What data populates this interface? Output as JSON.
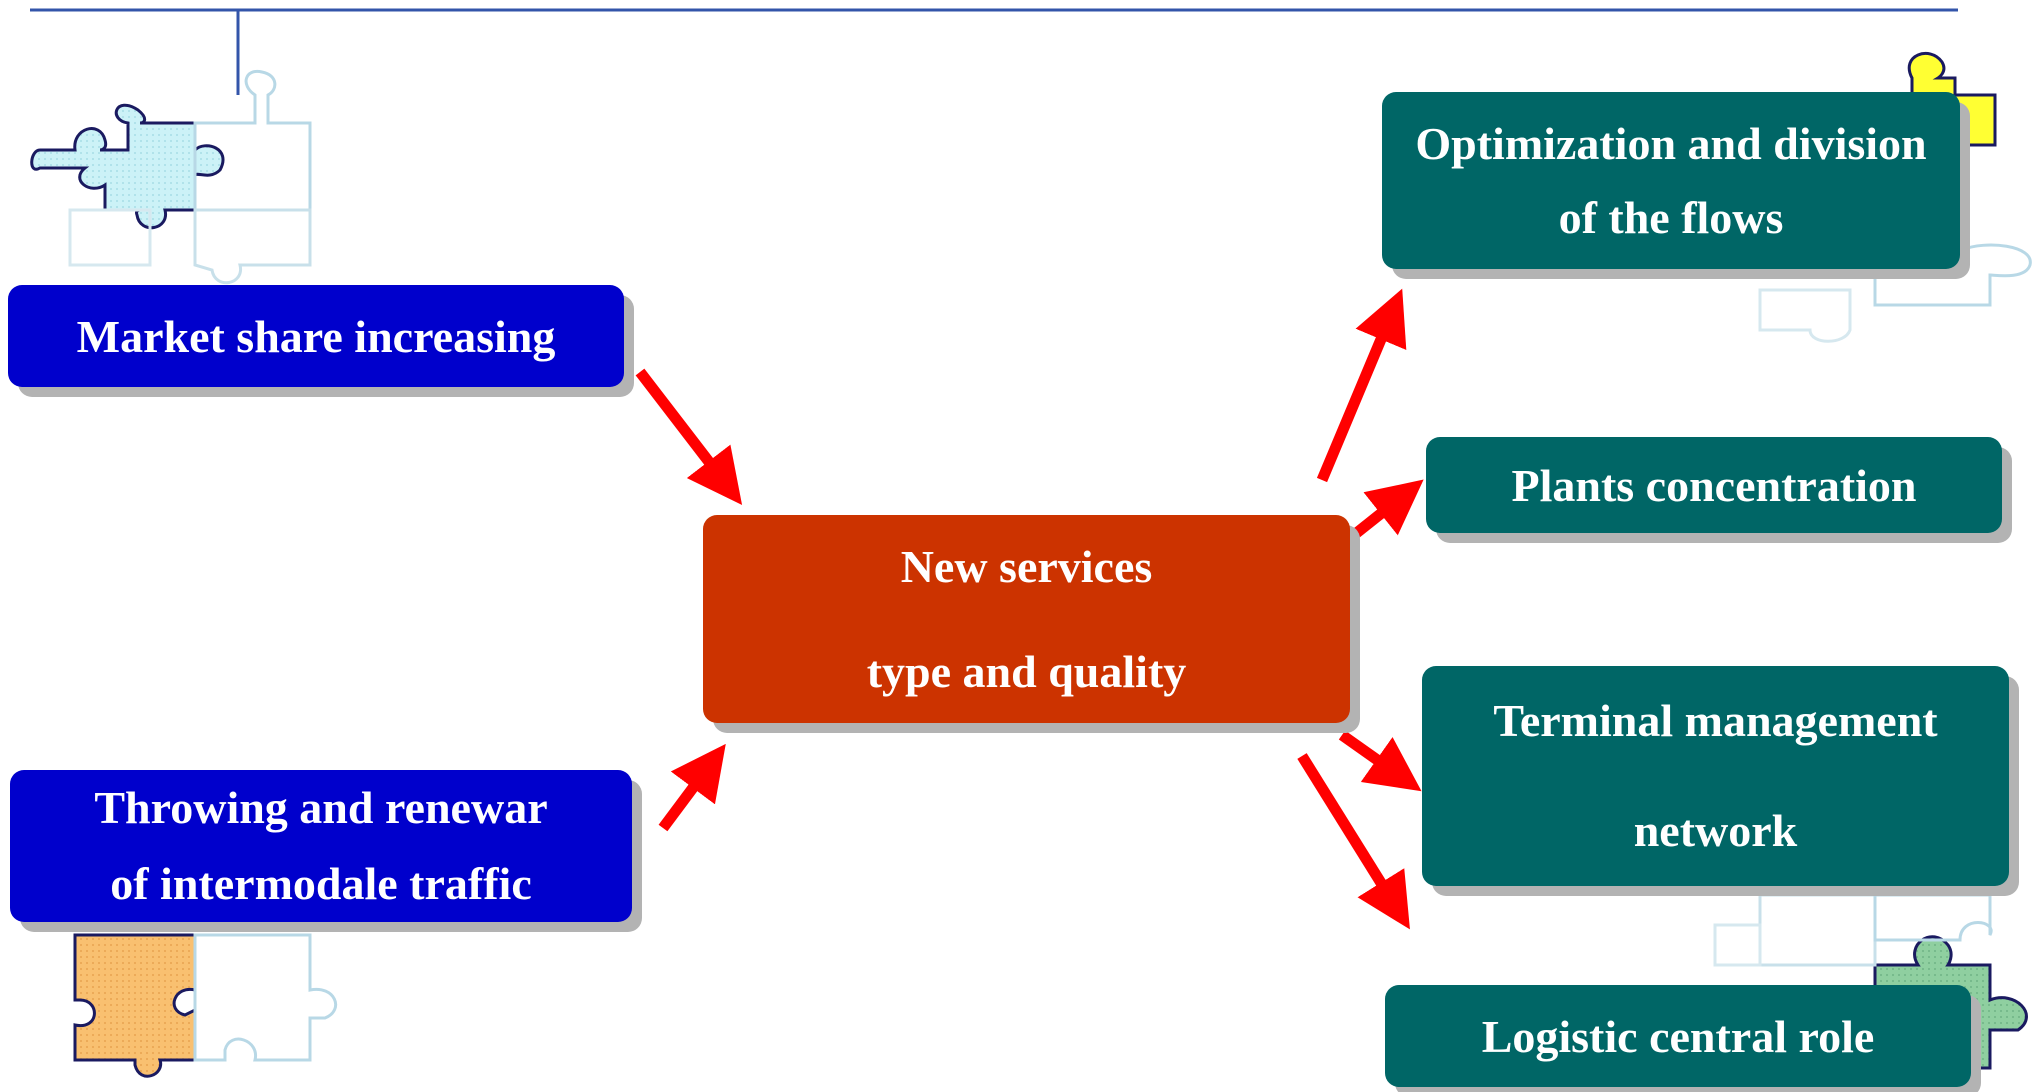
{
  "colors": {
    "blue_box": "#0000cc",
    "teal_box": "#006666",
    "center_box": "#cc3300",
    "arrow": "#ff0000",
    "header_line": "#3355aa"
  },
  "nodes": {
    "market": {
      "lines": [
        "Market share increasing"
      ]
    },
    "throwing": {
      "lines": [
        "Throwing and renewar",
        "of intermodale traffic"
      ]
    },
    "center": {
      "lines": [
        "New services",
        "type and quality"
      ]
    },
    "optimization": {
      "lines": [
        "Optimization and division",
        "of the flows"
      ]
    },
    "plants": {
      "lines": [
        "Plants concentration"
      ]
    },
    "terminal": {
      "lines": [
        "Terminal management",
        "network"
      ]
    },
    "logistic": {
      "lines": [
        "Logistic central role"
      ]
    }
  },
  "edges": [
    {
      "from": "market",
      "to": "center"
    },
    {
      "from": "throwing",
      "to": "center"
    },
    {
      "from": "center",
      "to": "optimization"
    },
    {
      "from": "center",
      "to": "plants"
    },
    {
      "from": "center",
      "to": "terminal"
    },
    {
      "from": "center",
      "to": "logistic"
    }
  ],
  "decorations": [
    "puzzle-icon-blue",
    "puzzle-icon-orange",
    "puzzle-icon-yellow",
    "puzzle-icon-green"
  ]
}
